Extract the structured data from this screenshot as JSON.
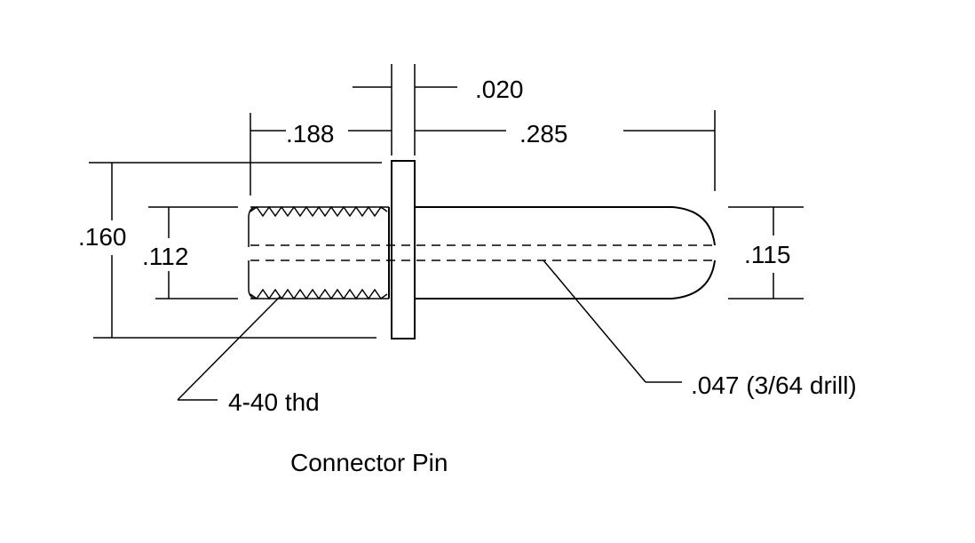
{
  "diagram": {
    "title": "Connector Pin",
    "dimensions": {
      "flange_thickness": ".020",
      "thread_length": ".188",
      "shaft_length": ".285",
      "flange_diameter": ".160",
      "thread_diameter": ".112",
      "shaft_diameter": ".115"
    },
    "callouts": {
      "thread": "4-40 thd",
      "bore": ".047 (3/64 drill)"
    }
  }
}
